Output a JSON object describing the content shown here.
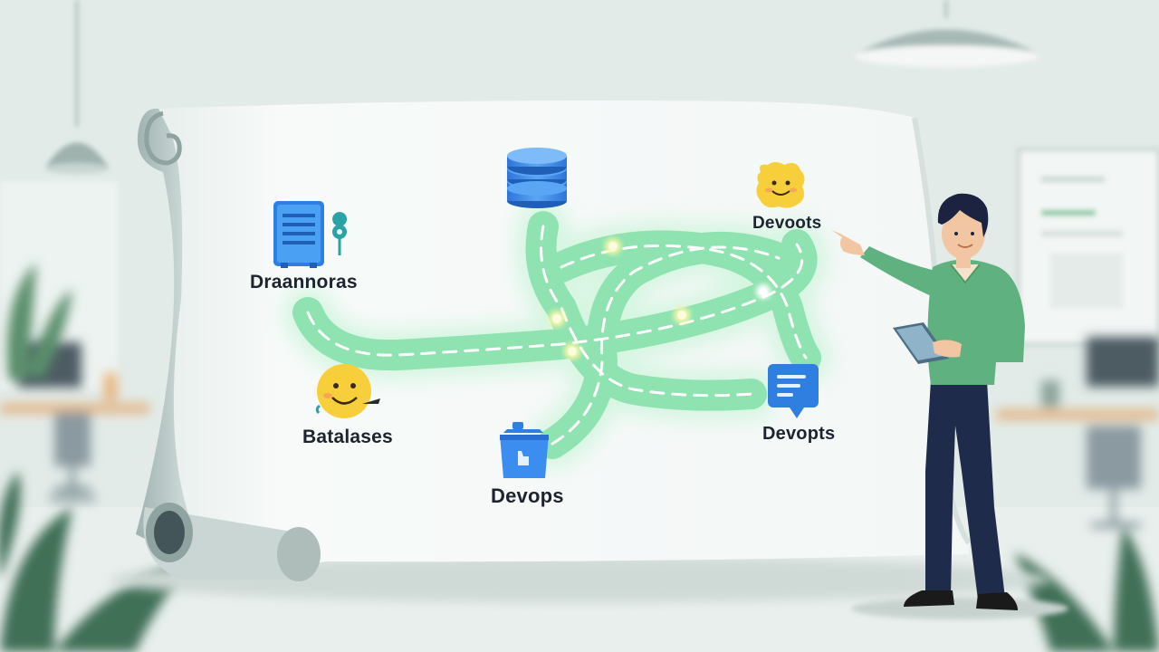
{
  "scene": {
    "description_free": true,
    "nodes": [
      {
        "id": "draannoras",
        "label": "Draannoras",
        "icon": "server-cabinet-icon"
      },
      {
        "id": "database",
        "label": "",
        "icon": "database-stack-icon"
      },
      {
        "id": "devoots",
        "label": "Devoots",
        "icon": "smiley-cheese-icon"
      },
      {
        "id": "batalases",
        "label": "Batalases",
        "icon": "smiley-face-icon"
      },
      {
        "id": "devops",
        "label": "Devops",
        "icon": "bucket-icon"
      },
      {
        "id": "devopts",
        "label": "Devopts",
        "icon": "chat-bubble-icon"
      }
    ],
    "colors": {
      "background": "#e4ece9",
      "scroll_paper": "#f4f7f6",
      "road": "#8fe3b0",
      "road_glow": "#c9f4d8",
      "road_dash": "#ffffff",
      "person_sweater": "#5fb27f",
      "person_pants": "#1f2b4a",
      "person_hair": "#1b2340",
      "accent_blue": "#2f7fe0",
      "accent_yellow": "#f7cf3a"
    }
  }
}
